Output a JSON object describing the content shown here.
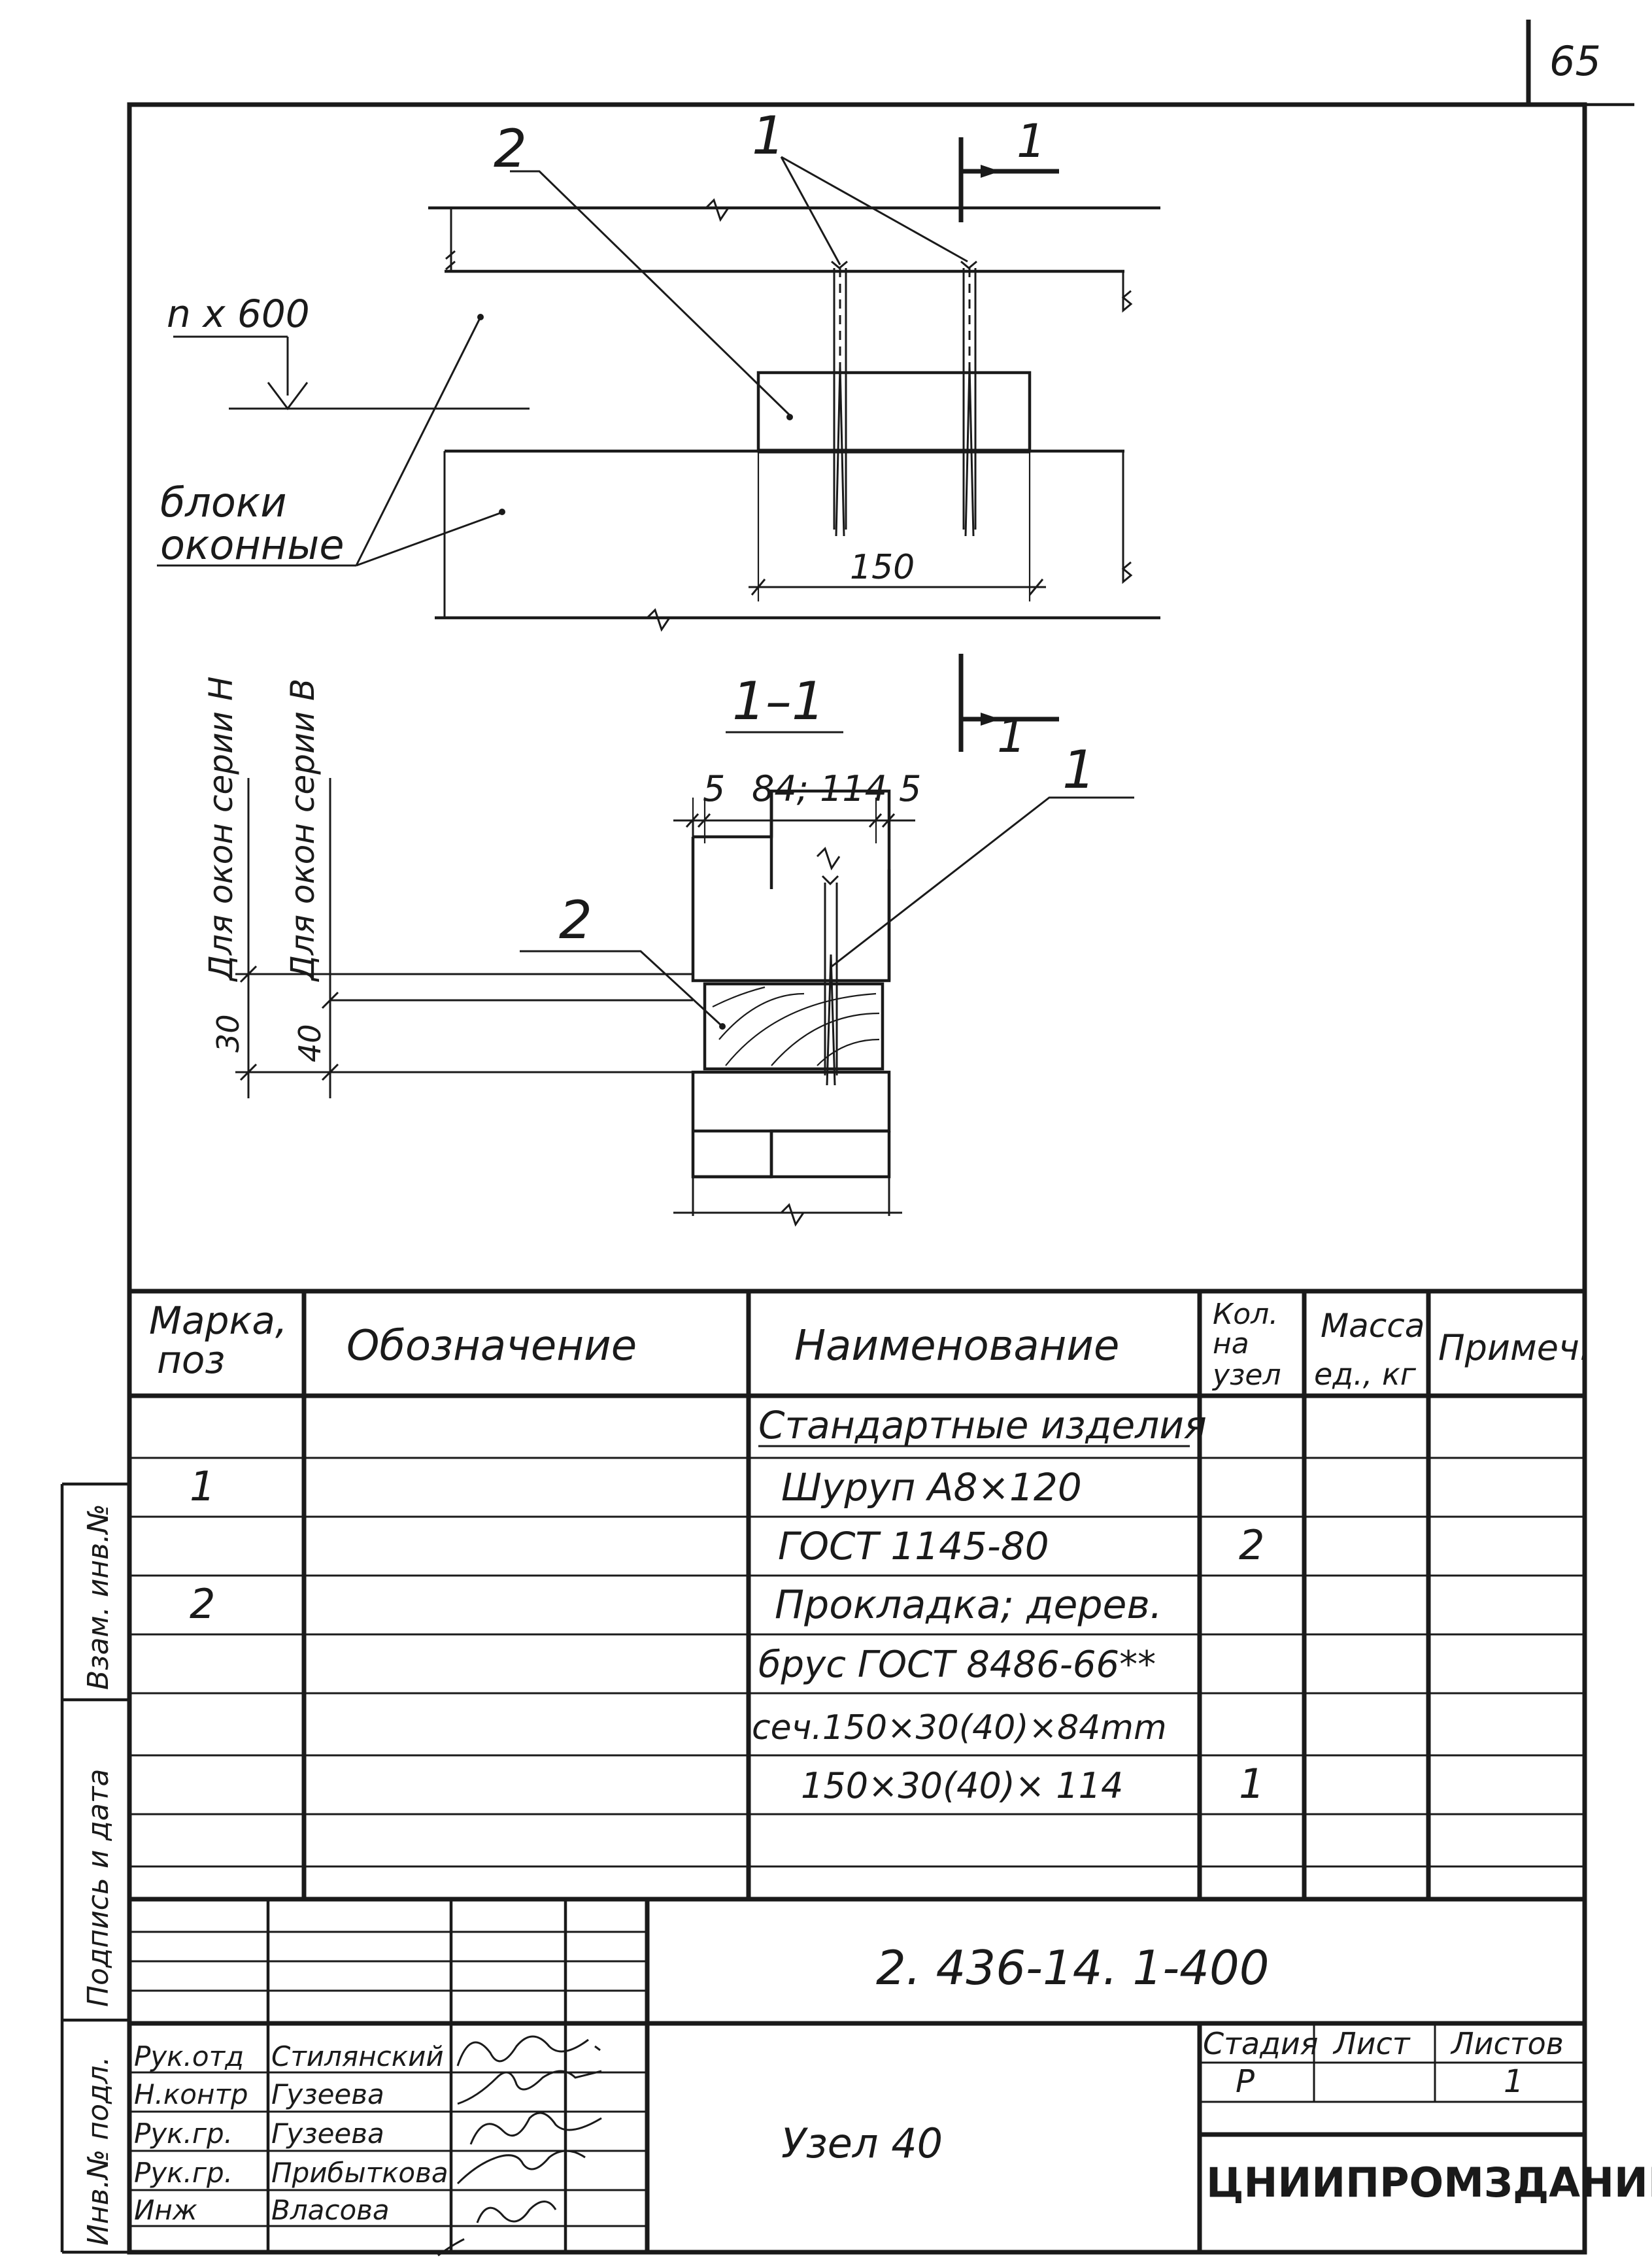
{
  "page_number": "65",
  "plan_view": {
    "callout_pos2": "2",
    "callout_pos1": "1",
    "section_mark_top": "1",
    "level_label": "n x 600",
    "blocks_label_line1": "блоки",
    "blocks_label_line2": "оконные",
    "dim_150": "150"
  },
  "section_view": {
    "title": "1–1",
    "section_mark_num": "1",
    "dim_left": "5",
    "dim_mid": "84; 114",
    "dim_right": "5",
    "callout_pos1": "1",
    "callout_pos2": "2",
    "label_series_h": "Для окон серии Н",
    "label_series_v": "Для окон серии В",
    "dim_30": "30",
    "dim_40": "40"
  },
  "spec_table": {
    "headers": {
      "mark": [
        "Марка,",
        "поз"
      ],
      "designation": "Обозначение",
      "name": "Наименование",
      "qty": [
        "Кол.",
        "на",
        "узел"
      ],
      "mass": [
        "Масса",
        "ед., кг"
      ],
      "note": "Примеч."
    },
    "rows": [
      {
        "mark": "",
        "name": "Стандартные изделия",
        "qty": ""
      },
      {
        "mark": "1",
        "name": "Шуруп А8×120",
        "qty": ""
      },
      {
        "mark": "",
        "name": "ГОСТ 1145-80",
        "qty": "2"
      },
      {
        "mark": "2",
        "name": "Прокладка; дерев.",
        "qty": ""
      },
      {
        "mark": "",
        "name": "брус ГОСТ 8486-66**",
        "qty": ""
      },
      {
        "mark": "",
        "name": "сеч.150×30(40)×84mm",
        "qty": ""
      },
      {
        "mark": "",
        "name": "150×30(40)× 114",
        "qty": "1"
      }
    ]
  },
  "title_block": {
    "doc_code": "2. 436-14. 1-400",
    "node_title": "Узел 40",
    "stage_label": "Стадия",
    "sheet_label": "Лист",
    "sheets_label": "Листов",
    "stage_value": "Р",
    "sheet_value": "",
    "sheets_value": "1",
    "organization": "ЦНИИПРОМЗДАНИЙ",
    "staff": [
      {
        "role": "Рук.отд",
        "name": "Стилянский"
      },
      {
        "role": "Н.контр",
        "name": "Гузеева"
      },
      {
        "role": "Рук.гр.",
        "name": "Гузеева"
      },
      {
        "role": "Рук.гр.",
        "name": "Прибыткова"
      },
      {
        "role": "Инж",
        "name": "Власова"
      }
    ]
  },
  "side_stamp": {
    "vzam": "Взам. инв.№",
    "podpis": "Подпись и дата",
    "inv": "Инв.№ подл."
  }
}
